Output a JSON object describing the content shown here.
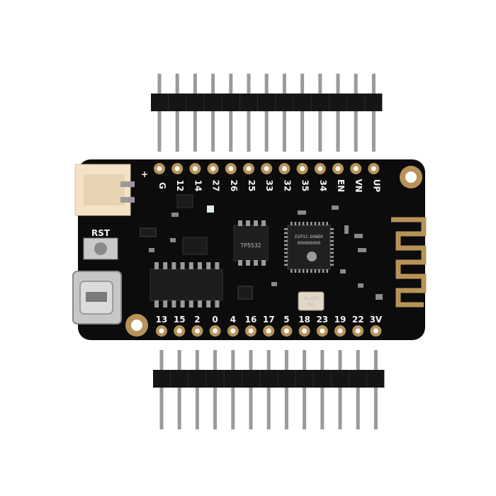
{
  "board": {
    "top_labels": [
      "G",
      "12",
      "14",
      "27",
      "26",
      "25",
      "33",
      "32",
      "35",
      "34",
      "EN",
      "VN",
      "UP"
    ],
    "bottom_labels": [
      "13",
      "15",
      "2",
      "0",
      "4",
      "16",
      "17",
      "5",
      "18",
      "23",
      "19",
      "22",
      "3V"
    ],
    "rst_label": "RST",
    "plus_label": "+",
    "charger_chip_text": "TP5532",
    "esp_chip_text": [
      "ESP32-D0WD0",
      "000000000"
    ],
    "crystal_text": [
      "40.000",
      "MHZ"
    ]
  },
  "colors": {
    "board": "#0c0c0c",
    "gold": "#b89359",
    "pin": "#9a9a9a",
    "header": "#151515",
    "connector": "#f3e2c6"
  }
}
